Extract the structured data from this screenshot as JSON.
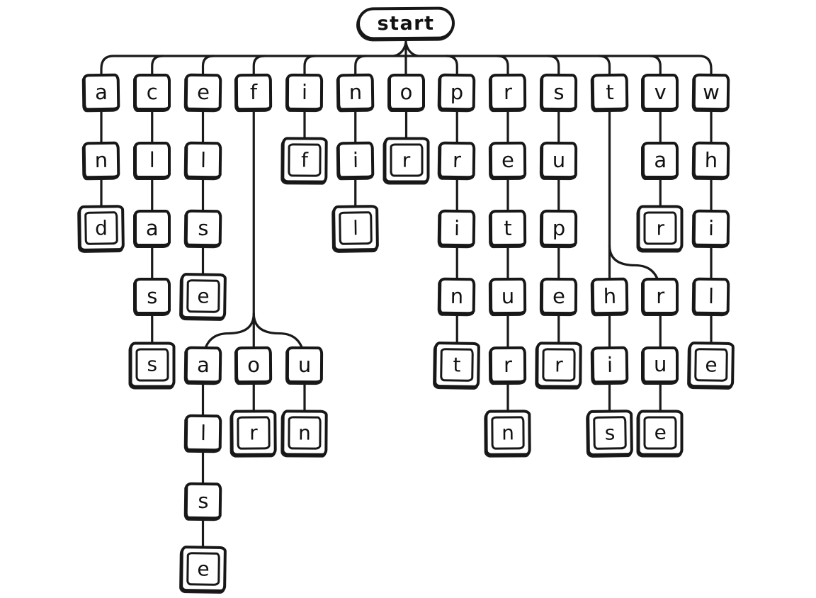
{
  "diagram": {
    "type": "keyword-trie",
    "start_label": "start",
    "stroke_color": "#1a1a1a",
    "background_color": "#ffffff",
    "terminal_style": "double-box"
  },
  "words": [
    "and",
    "class",
    "else",
    "false",
    "for",
    "fun",
    "if",
    "nil",
    "or",
    "print",
    "return",
    "super",
    "this",
    "true",
    "var",
    "while"
  ],
  "top_row_letters": [
    "a",
    "c",
    "e",
    "f",
    "i",
    "n",
    "o",
    "p",
    "r",
    "s",
    "t",
    "v",
    "w"
  ],
  "nodes": [
    {
      "id": "a0",
      "letter": "a",
      "col": 0,
      "row": 0,
      "end": false,
      "parent": "start"
    },
    {
      "id": "an",
      "letter": "n",
      "col": 0,
      "row": 1,
      "end": false,
      "parent": "a0"
    },
    {
      "id": "and",
      "letter": "d",
      "col": 0,
      "row": 2,
      "end": true,
      "parent": "an"
    },
    {
      "id": "c0",
      "letter": "c",
      "col": 1,
      "row": 0,
      "end": false,
      "parent": "start"
    },
    {
      "id": "cl",
      "letter": "l",
      "col": 1,
      "row": 1,
      "end": false,
      "parent": "c0"
    },
    {
      "id": "cla",
      "letter": "a",
      "col": 1,
      "row": 2,
      "end": false,
      "parent": "cl"
    },
    {
      "id": "clas",
      "letter": "s",
      "col": 1,
      "row": 3,
      "end": false,
      "parent": "cla"
    },
    {
      "id": "class",
      "letter": "s",
      "col": 1,
      "row": 4,
      "end": true,
      "parent": "clas"
    },
    {
      "id": "e0",
      "letter": "e",
      "col": 2,
      "row": 0,
      "end": false,
      "parent": "start"
    },
    {
      "id": "el",
      "letter": "l",
      "col": 2,
      "row": 1,
      "end": false,
      "parent": "e0"
    },
    {
      "id": "els",
      "letter": "s",
      "col": 2,
      "row": 2,
      "end": false,
      "parent": "el"
    },
    {
      "id": "else",
      "letter": "e",
      "col": 2,
      "row": 3,
      "end": true,
      "parent": "els"
    },
    {
      "id": "f0",
      "letter": "f",
      "col": 3,
      "row": 0,
      "end": false,
      "parent": "start"
    },
    {
      "id": "fa",
      "letter": "a",
      "col": 2,
      "row": 4,
      "end": false,
      "parent": "f0"
    },
    {
      "id": "fal",
      "letter": "l",
      "col": 2,
      "row": 5,
      "end": false,
      "parent": "fa"
    },
    {
      "id": "fals",
      "letter": "s",
      "col": 2,
      "row": 6,
      "end": false,
      "parent": "fal"
    },
    {
      "id": "false",
      "letter": "e",
      "col": 2,
      "row": 7,
      "end": true,
      "parent": "fals"
    },
    {
      "id": "fo",
      "letter": "o",
      "col": 3,
      "row": 4,
      "end": false,
      "parent": "f0"
    },
    {
      "id": "for",
      "letter": "r",
      "col": 3,
      "row": 5,
      "end": true,
      "parent": "fo"
    },
    {
      "id": "fu",
      "letter": "u",
      "col": 4,
      "row": 4,
      "end": false,
      "parent": "f0"
    },
    {
      "id": "fun",
      "letter": "n",
      "col": 4,
      "row": 5,
      "end": true,
      "parent": "fu"
    },
    {
      "id": "i0",
      "letter": "i",
      "col": 4,
      "row": 0,
      "end": false,
      "parent": "start"
    },
    {
      "id": "if",
      "letter": "f",
      "col": 4,
      "row": 1,
      "end": true,
      "parent": "i0"
    },
    {
      "id": "n0",
      "letter": "n",
      "col": 5,
      "row": 0,
      "end": false,
      "parent": "start"
    },
    {
      "id": "ni",
      "letter": "i",
      "col": 5,
      "row": 1,
      "end": false,
      "parent": "n0"
    },
    {
      "id": "nil",
      "letter": "l",
      "col": 5,
      "row": 2,
      "end": true,
      "parent": "ni"
    },
    {
      "id": "o0",
      "letter": "o",
      "col": 6,
      "row": 0,
      "end": false,
      "parent": "start"
    },
    {
      "id": "or",
      "letter": "r",
      "col": 6,
      "row": 1,
      "end": true,
      "parent": "o0"
    },
    {
      "id": "p0",
      "letter": "p",
      "col": 7,
      "row": 0,
      "end": false,
      "parent": "start"
    },
    {
      "id": "pr",
      "letter": "r",
      "col": 7,
      "row": 1,
      "end": false,
      "parent": "p0"
    },
    {
      "id": "pri",
      "letter": "i",
      "col": 7,
      "row": 2,
      "end": false,
      "parent": "pr"
    },
    {
      "id": "prin",
      "letter": "n",
      "col": 7,
      "row": 3,
      "end": false,
      "parent": "pri"
    },
    {
      "id": "print",
      "letter": "t",
      "col": 7,
      "row": 4,
      "end": true,
      "parent": "prin"
    },
    {
      "id": "r0",
      "letter": "r",
      "col": 8,
      "row": 0,
      "end": false,
      "parent": "start"
    },
    {
      "id": "re",
      "letter": "e",
      "col": 8,
      "row": 1,
      "end": false,
      "parent": "r0"
    },
    {
      "id": "ret",
      "letter": "t",
      "col": 8,
      "row": 2,
      "end": false,
      "parent": "re"
    },
    {
      "id": "retu",
      "letter": "u",
      "col": 8,
      "row": 3,
      "end": false,
      "parent": "ret"
    },
    {
      "id": "retur",
      "letter": "r",
      "col": 8,
      "row": 4,
      "end": false,
      "parent": "retu"
    },
    {
      "id": "return",
      "letter": "n",
      "col": 8,
      "row": 5,
      "end": true,
      "parent": "retur"
    },
    {
      "id": "s0",
      "letter": "s",
      "col": 9,
      "row": 0,
      "end": false,
      "parent": "start"
    },
    {
      "id": "su",
      "letter": "u",
      "col": 9,
      "row": 1,
      "end": false,
      "parent": "s0"
    },
    {
      "id": "sup",
      "letter": "p",
      "col": 9,
      "row": 2,
      "end": false,
      "parent": "su"
    },
    {
      "id": "supe",
      "letter": "e",
      "col": 9,
      "row": 3,
      "end": false,
      "parent": "sup"
    },
    {
      "id": "super",
      "letter": "r",
      "col": 9,
      "row": 4,
      "end": true,
      "parent": "supe"
    },
    {
      "id": "t0",
      "letter": "t",
      "col": 10,
      "row": 0,
      "end": false,
      "parent": "start"
    },
    {
      "id": "th",
      "letter": "h",
      "col": 10,
      "row": 3,
      "end": false,
      "parent": "t0"
    },
    {
      "id": "thi",
      "letter": "i",
      "col": 10,
      "row": 4,
      "end": false,
      "parent": "th"
    },
    {
      "id": "this",
      "letter": "s",
      "col": 10,
      "row": 5,
      "end": true,
      "parent": "thi"
    },
    {
      "id": "tr",
      "letter": "r",
      "col": 11,
      "row": 3,
      "end": false,
      "parent": "t0"
    },
    {
      "id": "tru",
      "letter": "u",
      "col": 11,
      "row": 4,
      "end": false,
      "parent": "tr"
    },
    {
      "id": "true",
      "letter": "e",
      "col": 11,
      "row": 5,
      "end": true,
      "parent": "tru"
    },
    {
      "id": "v0",
      "letter": "v",
      "col": 11,
      "row": 0,
      "end": false,
      "parent": "start"
    },
    {
      "id": "va",
      "letter": "a",
      "col": 11,
      "row": 1,
      "end": false,
      "parent": "v0"
    },
    {
      "id": "var",
      "letter": "r",
      "col": 11,
      "row": 2,
      "end": true,
      "parent": "va"
    },
    {
      "id": "w0",
      "letter": "w",
      "col": 12,
      "row": 0,
      "end": false,
      "parent": "start"
    },
    {
      "id": "wh",
      "letter": "h",
      "col": 12,
      "row": 1,
      "end": false,
      "parent": "w0"
    },
    {
      "id": "whi",
      "letter": "i",
      "col": 12,
      "row": 2,
      "end": false,
      "parent": "wh"
    },
    {
      "id": "whil",
      "letter": "l",
      "col": 12,
      "row": 3,
      "end": false,
      "parent": "whi"
    },
    {
      "id": "while",
      "letter": "e",
      "col": 12,
      "row": 4,
      "end": true,
      "parent": "whil"
    }
  ]
}
